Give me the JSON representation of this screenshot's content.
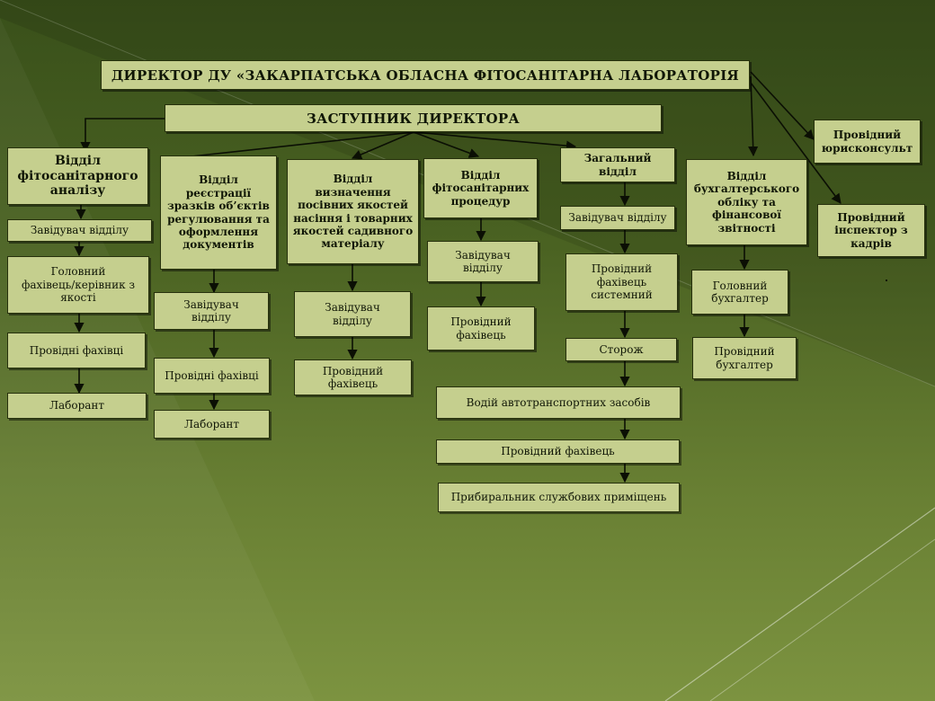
{
  "colors": {
    "box_fill": "#c5cf8e",
    "box_border": "#27310d",
    "connector": "#0b0f04",
    "background": "#4a6222"
  },
  "org": {
    "director": "ДИРЕКТОР ДУ «ЗАКАРПАТСЬКА  ОБЛАСНА ФІТОСАНІТАРНА  ЛАБОРАТОРІЯ",
    "deputy": "ЗАСТУПНИК  ДИРЕКТОРА",
    "legal": "Провідний\nюрисконсульт",
    "hr": "Провідний\nінспектор  з\nкадрів",
    "dept1": {
      "title": "Відділ\nфітосанітарного\nаналізу",
      "head": "Завідувач відділу",
      "chief": "Головний\nфахівець/керівник  з\nякості",
      "leads": "Провідні фахівці",
      "lab": "Лаборант"
    },
    "dept2": {
      "title": "Відділ\nреєстрації\nзразків об’єктів\nрегулювання  та\nоформлення\nдокументів",
      "head": "Завідувач\nвідділу",
      "leads": "Провідні  фахівці",
      "lab": "Лаборант"
    },
    "dept3": {
      "title": "Відділ\nвизначення\nпосівних якостей\nнасіння  і товарних\nякостей  садивного\nматеріалу",
      "head": "Завідувач\nвідділу",
      "lead": "Провідний\nфахівець"
    },
    "dept4": {
      "title": "Відділ\nфітосанітарних\nпроцедур",
      "head": "Завідувач\nвідділу",
      "lead": "Провідний\nфахівець"
    },
    "dept5": {
      "title": "Загальний\nвідділ",
      "head": "Завідувач відділу",
      "sys": "Провідний\nфахівець\nсистемний",
      "guard": "Сторож",
      "driver": "Водій  автотранспортних  засобів",
      "lead": "Провідний  фахівець",
      "cleaner": "Прибиральник службових приміщень"
    },
    "dept6": {
      "title": "Відділ\nбухгалтерського\nобліку  та\nфінансової\nзвітності",
      "chief": "Головний\nбухгалтер",
      "lead": "Провідний\nбухгалтер"
    }
  }
}
